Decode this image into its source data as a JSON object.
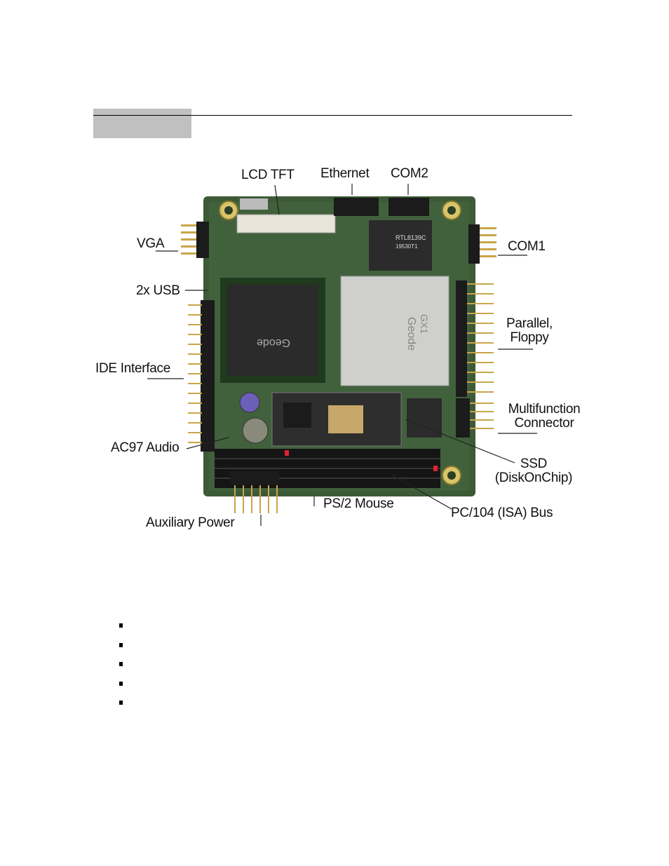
{
  "figure": {
    "labels": {
      "lcd_tft": "LCD TFT",
      "ethernet": "Ethernet",
      "com2": "COM2",
      "vga": "VGA",
      "com1": "COM1",
      "usb": "2x USB",
      "parallel_floppy": "Parallel, Floppy",
      "ide": "IDE Interface",
      "multifunction": "Multifunction Connector",
      "ac97": "AC97 Audio",
      "ssd": "SSD (DiskOnChip)",
      "ps2": "PS/2 Mouse",
      "pc104": "PC/104 (ISA) Bus",
      "aux_power": "Auxiliary Power"
    },
    "chip_text": {
      "rtl": "RTL8139C",
      "rtl_sub": "19530T1",
      "geode_left": "Geode",
      "geode_right": "Geode",
      "gx1": "GX1"
    },
    "colors": {
      "pcb": "#3d5a36",
      "pcb_dark": "#2a3f26",
      "chip": "#2b2b2b",
      "silver": "#cfcfcc",
      "gold": "#c9a54a",
      "header": "#1b1b1b"
    }
  },
  "bullets": [
    "",
    "",
    "",
    "",
    ""
  ]
}
